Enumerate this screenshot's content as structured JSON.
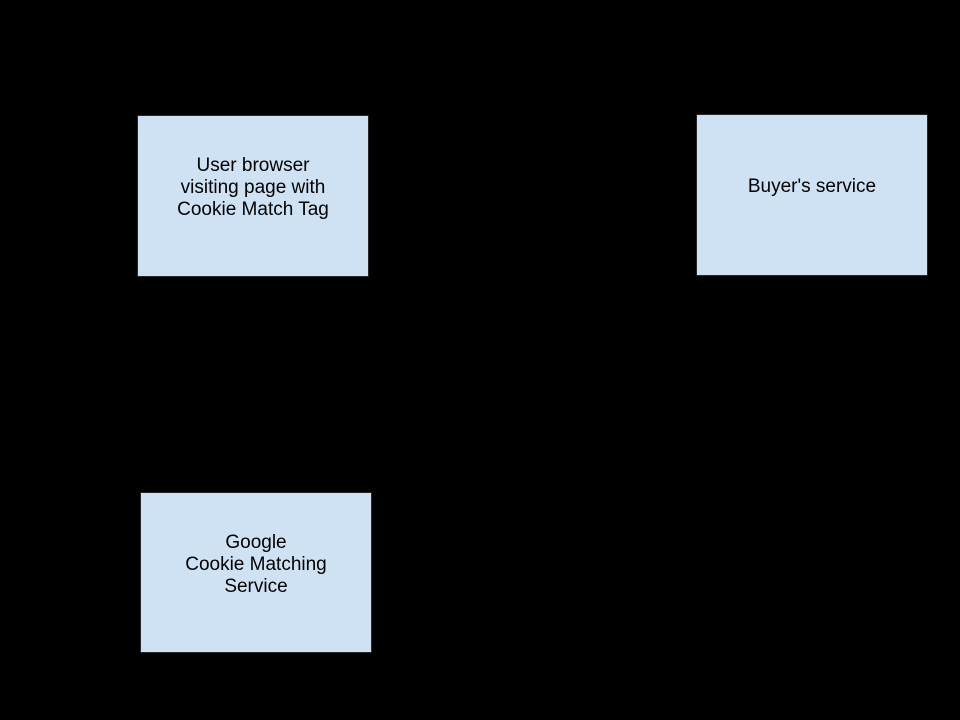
{
  "diagram": {
    "description": "Cookie matching flow diagram on black background",
    "nodes": [
      {
        "id": "user-browser",
        "lines": [
          "User browser",
          "visiting page with",
          "Cookie Match Tag"
        ]
      },
      {
        "id": "buyers-service",
        "lines": [
          "Buyer's service"
        ]
      },
      {
        "id": "google-cookie-matching-service",
        "lines": [
          "Google",
          "Cookie Matching",
          "Service"
        ]
      }
    ]
  },
  "colors": {
    "canvas_background": "#000000",
    "box_fill": "#cfe2f3",
    "box_border": "#262626",
    "text": "#000000"
  }
}
